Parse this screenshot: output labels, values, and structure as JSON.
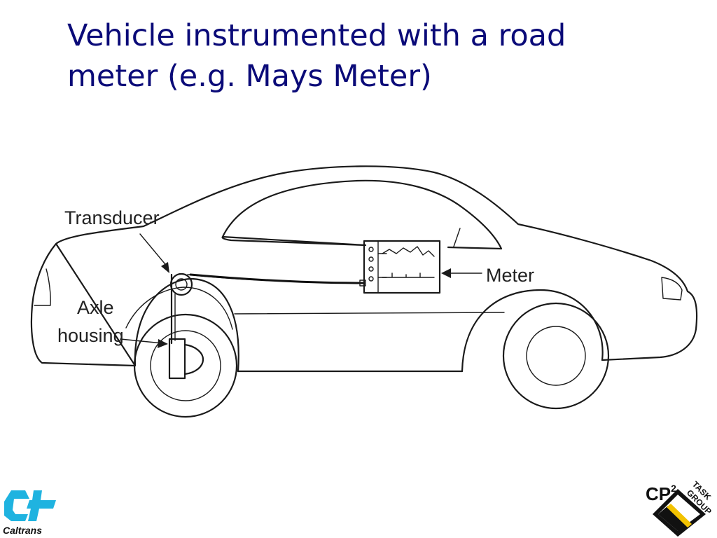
{
  "slide": {
    "title_lines": [
      "Vehicle instrumented with a road",
      "meter (e.g. Mays Meter)"
    ]
  },
  "diagram": {
    "labels": {
      "transducer": "Transducer",
      "meter": "Meter",
      "axle_line1": "Axle",
      "axle_line2": "housing"
    }
  },
  "logos": {
    "left": {
      "wordmark": "Caltrans",
      "color": "#1fb3e0"
    },
    "right": {
      "mark": "CP",
      "superscript": "2",
      "text_task": "TASK",
      "text_group": "GROUP",
      "accent_color": "#f2c200"
    }
  },
  "colors": {
    "title": "#0a0a78",
    "ink": "#1a1a1a",
    "background": "#ffffff"
  }
}
